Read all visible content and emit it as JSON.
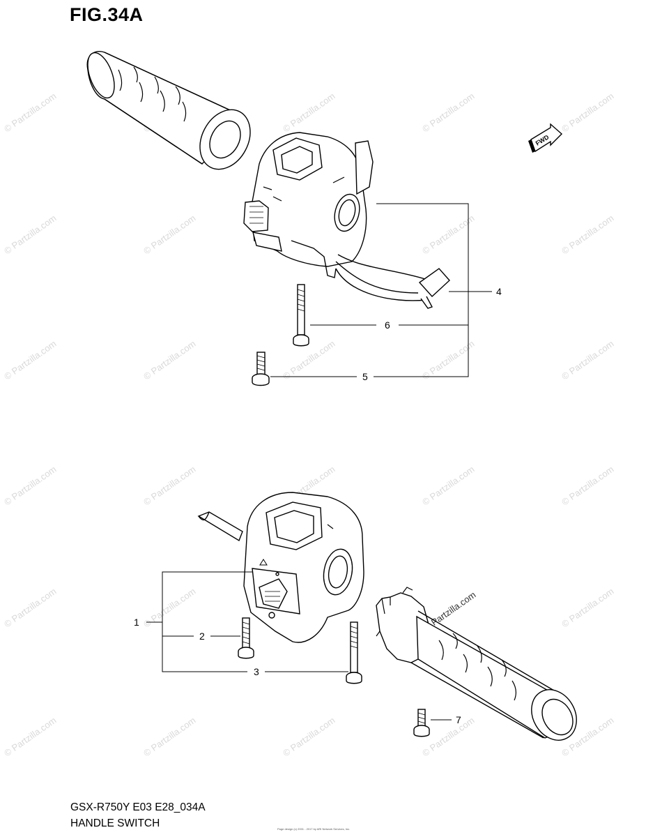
{
  "figure": {
    "title": "FIG.34A",
    "model_code": "GSX-R750Y E03 E28_034A",
    "section_name": "HANDLE SWITCH",
    "copyright": "Page design (c) 2001 - 2017 by ARI Network Services, Inc.",
    "fwd_label": "FWD",
    "watermark": "© Partzilla.com"
  },
  "callouts": [
    {
      "number": "1",
      "part": "left handle switch assembly"
    },
    {
      "number": "2",
      "part": "screw"
    },
    {
      "number": "3",
      "part": "screw"
    },
    {
      "number": "4",
      "part": "right handle switch assembly"
    },
    {
      "number": "5",
      "part": "screw"
    },
    {
      "number": "6",
      "part": "screw"
    },
    {
      "number": "7",
      "part": "screw"
    }
  ],
  "colors": {
    "line": "#000000",
    "watermark": "#dcdcdc",
    "background": "#ffffff"
  }
}
